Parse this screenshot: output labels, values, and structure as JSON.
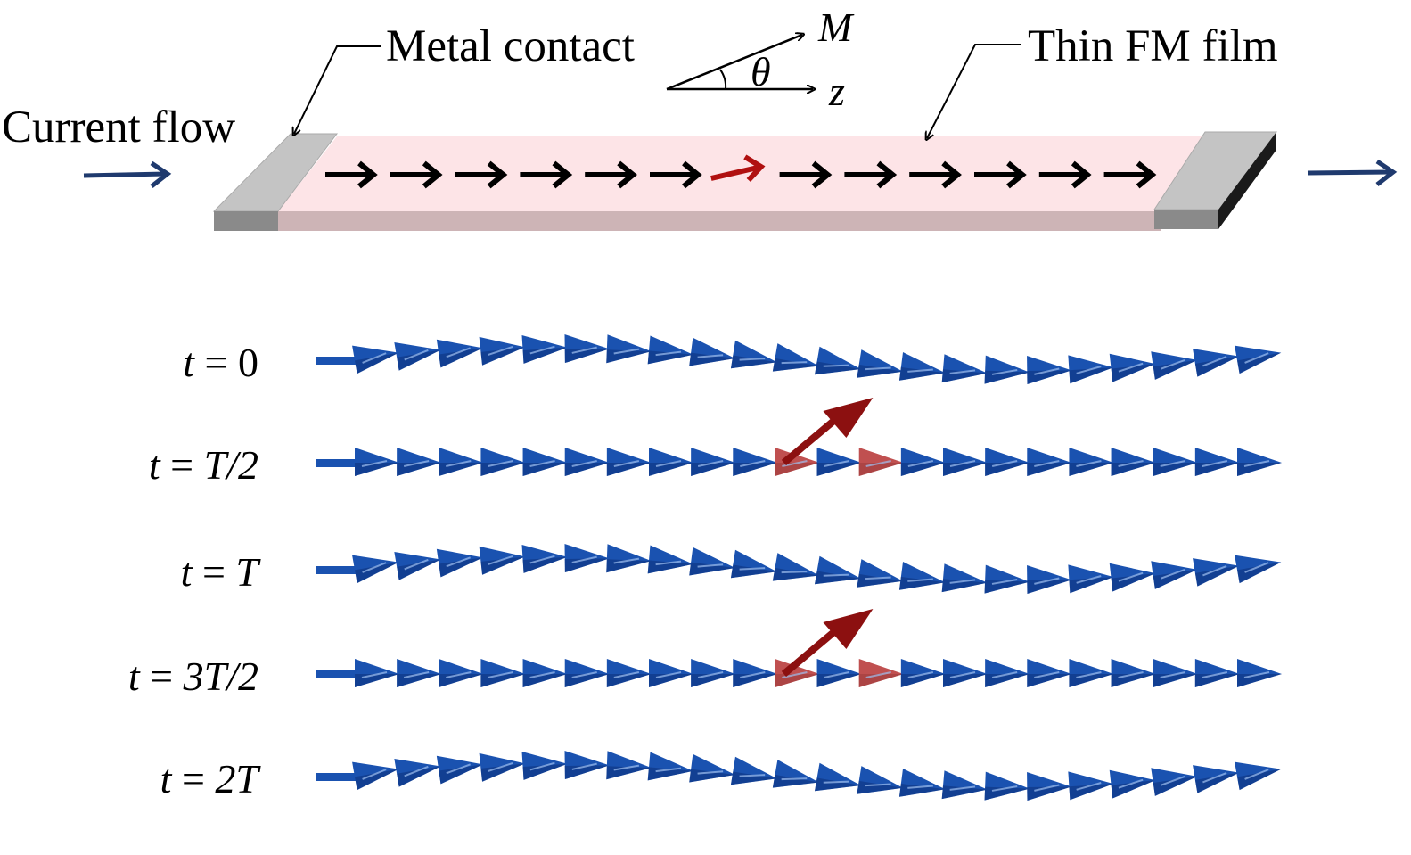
{
  "labels": {
    "current_flow": "Current flow",
    "metal_contact": "Metal contact",
    "thin_fm_film": "Thin FM film",
    "magnetization": "M",
    "angle": "θ",
    "axis": "z"
  },
  "device": {
    "arrow_count": 13,
    "highlighted_arrow_index": 6,
    "film_color": "#fde4e7",
    "film_side_color": "#cdb4b6",
    "contact_top_color": "#c4c4c4",
    "contact_side_color": "#8a8a8a",
    "current_arrow_color": "#1f3a6e",
    "highlight_color": "#b01010"
  },
  "time_rows": [
    {
      "prefix": "t",
      "eq": " = ",
      "value": "0",
      "value_italic": false,
      "state": "wave"
    },
    {
      "prefix": "t",
      "eq": " = ",
      "value": "T/2",
      "value_italic": true,
      "state": "tilted"
    },
    {
      "prefix": "t",
      "eq": " = ",
      "value": "T",
      "value_italic": true,
      "state": "wave"
    },
    {
      "prefix": "t",
      "eq": " = ",
      "value": "3T/2",
      "value_italic": true,
      "state": "tilted"
    },
    {
      "prefix": "t",
      "eq": " = ",
      "value": "2T",
      "value_italic": true,
      "state": "wave"
    }
  ],
  "spin_chain": {
    "cone_count": 22,
    "blue": "#1a52b0",
    "blue_dark": "#0c2f7a",
    "red": "#c05050",
    "red_dark": "#8c1010"
  }
}
